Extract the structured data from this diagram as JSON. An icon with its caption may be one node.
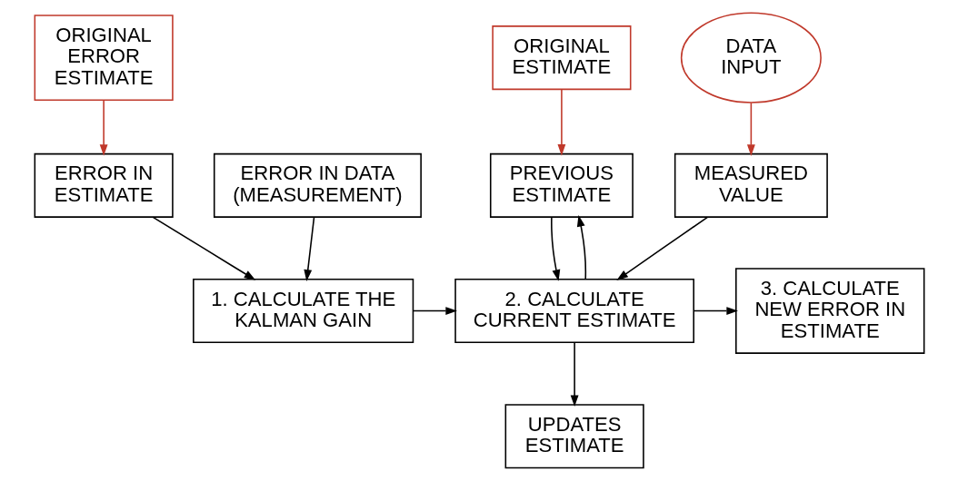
{
  "diagram": {
    "nodes": [
      {
        "text": [
          "ORIGINAL ERROR ESTIMATE"
        ]
      },
      {
        "text": [
          "ORIGINAL ESTIMATE"
        ]
      },
      {
        "text": [
          "DATA INPUT"
        ]
      },
      {
        "text": [
          "ERROR IN ESTIMATE"
        ]
      },
      {
        "text": [
          "ERROR IN DATA (MEASUREMENT)"
        ]
      },
      {
        "text": [
          "PREVIOUS ESTIMATE"
        ]
      },
      {
        "text": [
          "MEASURED VALUE"
        ]
      },
      {
        "text": [
          "1. CALCULATE THE KALMAN GAIN"
        ]
      },
      {
        "text": [
          "2. CALCULATE CURRENT ESTIMATE"
        ]
      },
      {
        "text": [
          "3. CALCULATE NEW ERROR IN ESTIMATE"
        ]
      },
      {
        "text": [
          "UPDATES ESTIMATE"
        ]
      }
    ],
    "edges": [
      {
        "from": 0,
        "to": 3,
        "arrow": "to",
        "color": "#c0392b"
      },
      {
        "from": 1,
        "to": 5,
        "arrow": "to",
        "color": "#c0392b"
      },
      {
        "from": 2,
        "to": 6,
        "arrow": "to",
        "color": "#c0392b"
      },
      {
        "from": 3,
        "to": 7,
        "arrow": "to"
      },
      {
        "from": 4,
        "to": 7,
        "arrow": "to"
      },
      {
        "from": 5,
        "to": 8,
        "arrow": "to"
      },
      {
        "from": 6,
        "to": 8,
        "arrow": "to"
      },
      {
        "from": 8,
        "to": 5,
        "arrow": "to"
      },
      {
        "from": 7,
        "to": 8,
        "arrow": "to"
      },
      {
        "from": 8,
        "to": 9,
        "arrow": "to"
      },
      {
        "from": 8,
        "to": 10,
        "arrow": "to"
      }
    ]
  }
}
